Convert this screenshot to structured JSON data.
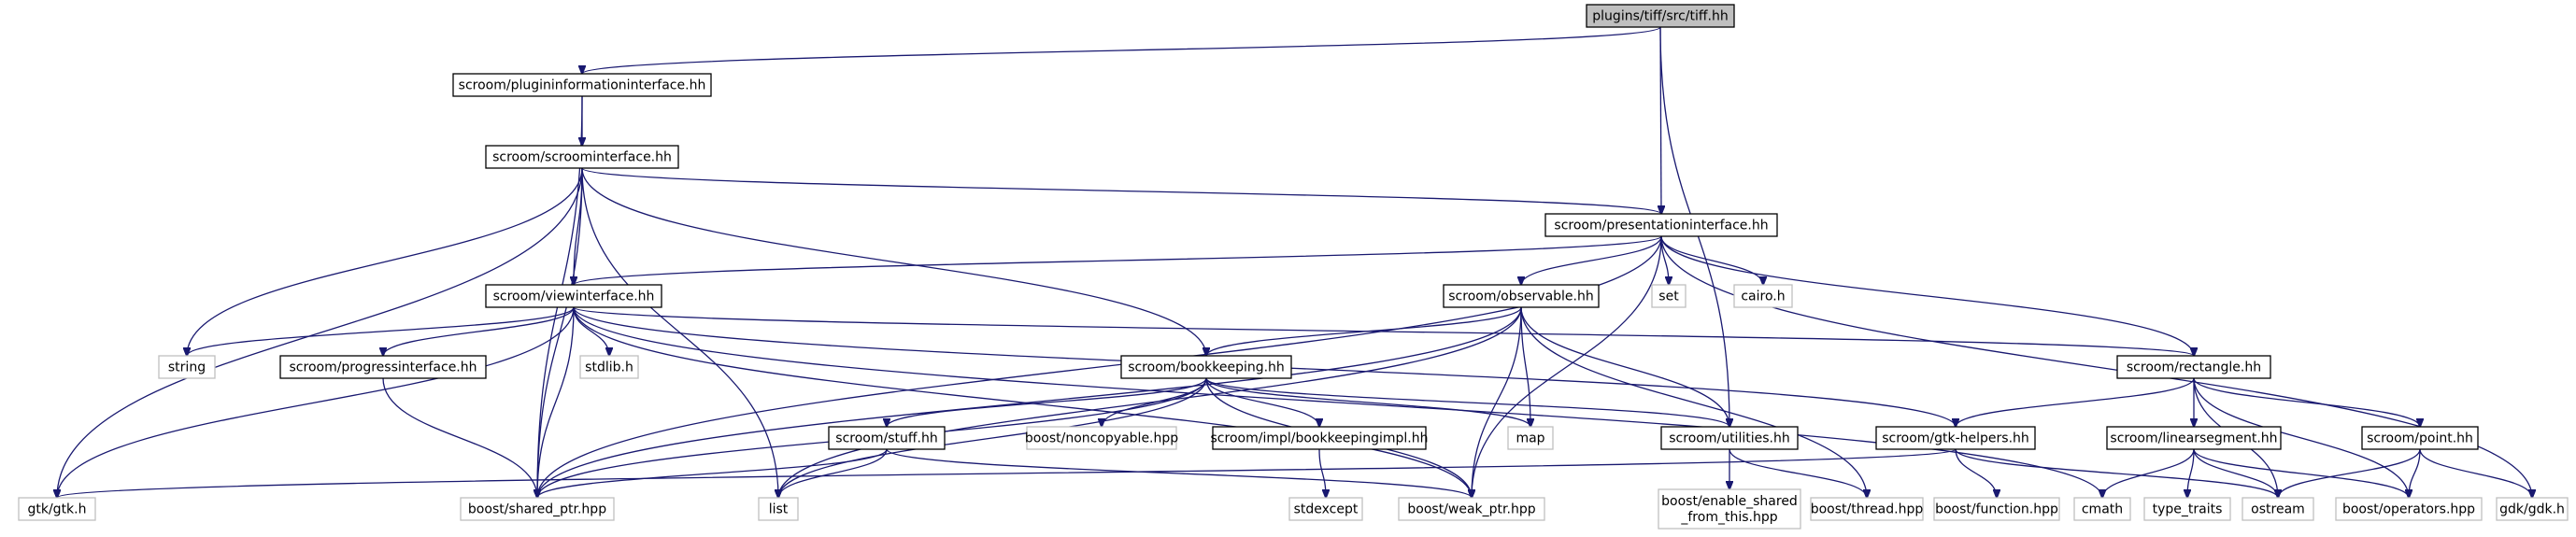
{
  "diagram": {
    "nodes": [
      {
        "id": "root",
        "lines": [
          "plugins/tiff/src/tiff.hh"
        ],
        "kind": "root"
      },
      {
        "id": "pii",
        "lines": [
          "scroom/plugininformationinterface.hh"
        ],
        "kind": "internal"
      },
      {
        "id": "si",
        "lines": [
          "scroom/scroominterface.hh"
        ],
        "kind": "internal"
      },
      {
        "id": "pi",
        "lines": [
          "scroom/presentationinterface.hh"
        ],
        "kind": "internal"
      },
      {
        "id": "vi",
        "lines": [
          "scroom/viewinterface.hh"
        ],
        "kind": "internal"
      },
      {
        "id": "obs",
        "lines": [
          "scroom/observable.hh"
        ],
        "kind": "internal"
      },
      {
        "id": "set",
        "lines": [
          "set"
        ],
        "kind": "external"
      },
      {
        "id": "cairo",
        "lines": [
          "cairo.h"
        ],
        "kind": "external"
      },
      {
        "id": "string",
        "lines": [
          "string"
        ],
        "kind": "external"
      },
      {
        "id": "progi",
        "lines": [
          "scroom/progressinterface.hh"
        ],
        "kind": "internal"
      },
      {
        "id": "stdlib",
        "lines": [
          "stdlib.h"
        ],
        "kind": "external"
      },
      {
        "id": "bk",
        "lines": [
          "scroom/bookkeeping.hh"
        ],
        "kind": "internal"
      },
      {
        "id": "rect",
        "lines": [
          "scroom/rectangle.hh"
        ],
        "kind": "internal"
      },
      {
        "id": "nc",
        "lines": [
          "boost/noncopyable.hpp"
        ],
        "kind": "external"
      },
      {
        "id": "bki",
        "lines": [
          "scroom/impl/bookkeepingimpl.hh"
        ],
        "kind": "internal"
      },
      {
        "id": "map",
        "lines": [
          "map"
        ],
        "kind": "external"
      },
      {
        "id": "util",
        "lines": [
          "scroom/utilities.hh"
        ],
        "kind": "internal"
      },
      {
        "id": "stuff",
        "lines": [
          "scroom/stuff.hh"
        ],
        "kind": "internal"
      },
      {
        "id": "gtkh",
        "lines": [
          "scroom/gtk-helpers.hh"
        ],
        "kind": "internal"
      },
      {
        "id": "ls",
        "lines": [
          "scroom/linearsegment.hh"
        ],
        "kind": "internal"
      },
      {
        "id": "pt",
        "lines": [
          "scroom/point.hh"
        ],
        "kind": "internal"
      },
      {
        "id": "gtk",
        "lines": [
          "gtk/gtk.h"
        ],
        "kind": "external"
      },
      {
        "id": "sp",
        "lines": [
          "boost/shared_ptr.hpp"
        ],
        "kind": "external"
      },
      {
        "id": "list",
        "lines": [
          "list"
        ],
        "kind": "external"
      },
      {
        "id": "stdex",
        "lines": [
          "stdexcept"
        ],
        "kind": "external"
      },
      {
        "id": "wp",
        "lines": [
          "boost/weak_ptr.hpp"
        ],
        "kind": "external"
      },
      {
        "id": "esft",
        "lines": [
          "boost/enable_shared",
          "_from_this.hpp"
        ],
        "kind": "external"
      },
      {
        "id": "thread",
        "lines": [
          "boost/thread.hpp"
        ],
        "kind": "external"
      },
      {
        "id": "func",
        "lines": [
          "boost/function.hpp"
        ],
        "kind": "external"
      },
      {
        "id": "cmath",
        "lines": [
          "cmath"
        ],
        "kind": "external"
      },
      {
        "id": "tt",
        "lines": [
          "type_traits"
        ],
        "kind": "external"
      },
      {
        "id": "ostream",
        "lines": [
          "ostream"
        ],
        "kind": "external"
      },
      {
        "id": "ops",
        "lines": [
          "boost/operators.hpp"
        ],
        "kind": "external"
      },
      {
        "id": "gdk",
        "lines": [
          "gdk/gdk.h"
        ],
        "kind": "external"
      }
    ],
    "edges": [
      [
        "root",
        "pii"
      ],
      [
        "root",
        "pi"
      ],
      [
        "root",
        "util"
      ],
      [
        "pii",
        "si"
      ],
      [
        "pii",
        "sp"
      ],
      [
        "si",
        "pi"
      ],
      [
        "si",
        "vi"
      ],
      [
        "si",
        "bk"
      ],
      [
        "si",
        "string"
      ],
      [
        "si",
        "list"
      ],
      [
        "si",
        "gtk"
      ],
      [
        "si",
        "sp"
      ],
      [
        "pi",
        "vi"
      ],
      [
        "pi",
        "obs"
      ],
      [
        "pi",
        "set"
      ],
      [
        "pi",
        "cairo"
      ],
      [
        "pi",
        "rect"
      ],
      [
        "pi",
        "gdk"
      ],
      [
        "pi",
        "sp"
      ],
      [
        "pi",
        "wp"
      ],
      [
        "vi",
        "string"
      ],
      [
        "vi",
        "progi"
      ],
      [
        "vi",
        "stdlib"
      ],
      [
        "vi",
        "rect"
      ],
      [
        "vi",
        "gtkh"
      ],
      [
        "vi",
        "cmath"
      ],
      [
        "vi",
        "gtk"
      ],
      [
        "vi",
        "sp"
      ],
      [
        "vi",
        "wp"
      ],
      [
        "obs",
        "bk"
      ],
      [
        "obs",
        "map"
      ],
      [
        "obs",
        "util"
      ],
      [
        "obs",
        "thread"
      ],
      [
        "obs",
        "list"
      ],
      [
        "obs",
        "sp"
      ],
      [
        "obs",
        "wp"
      ],
      [
        "progi",
        "sp"
      ],
      [
        "bk",
        "nc"
      ],
      [
        "bk",
        "bki"
      ],
      [
        "bk",
        "map"
      ],
      [
        "bk",
        "util"
      ],
      [
        "bk",
        "stuff"
      ],
      [
        "bk",
        "list"
      ],
      [
        "bk",
        "sp"
      ],
      [
        "bk",
        "wp"
      ],
      [
        "bki",
        "stdex"
      ],
      [
        "util",
        "esft"
      ],
      [
        "util",
        "thread"
      ],
      [
        "stuff",
        "list"
      ],
      [
        "stuff",
        "sp"
      ],
      [
        "stuff",
        "wp"
      ],
      [
        "rect",
        "gtkh"
      ],
      [
        "rect",
        "ls"
      ],
      [
        "rect",
        "pt"
      ],
      [
        "rect",
        "ostream"
      ],
      [
        "rect",
        "ops"
      ],
      [
        "gtkh",
        "gtk"
      ],
      [
        "gtkh",
        "func"
      ],
      [
        "gtkh",
        "ostream"
      ],
      [
        "ls",
        "cmath"
      ],
      [
        "ls",
        "tt"
      ],
      [
        "ls",
        "ostream"
      ],
      [
        "ls",
        "ops"
      ],
      [
        "pt",
        "ostream"
      ],
      [
        "pt",
        "ops"
      ],
      [
        "pt",
        "gdk"
      ]
    ]
  }
}
